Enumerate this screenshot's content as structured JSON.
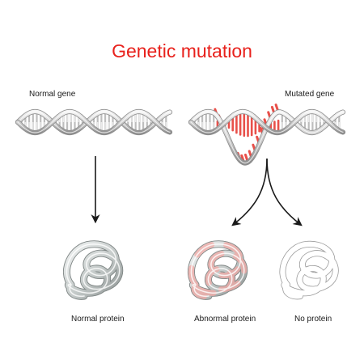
{
  "title": "Genetic mutation",
  "labels": {
    "normal_gene": "Normal gene",
    "mutated_gene": "Mutated gene",
    "normal_protein": "Normal protein",
    "abnormal_protein": "Abnormal protein",
    "no_protein": "No protein"
  },
  "colors": {
    "title": "#e8211c",
    "mutation": "#e8504a",
    "dna_light": "#e6e6e6",
    "dna_dark": "#a8a8a8",
    "protein_normal": "#c9cfce",
    "protein_abnormal_tint": "#f0a8a4",
    "protein_outline": "#9a9a9a",
    "arrow": "#1a1a1a"
  },
  "icons": {
    "normal_gene": "dna-helix-icon",
    "mutated_gene": "mutated-dna-helix-icon",
    "normal_protein": "folded-protein-icon",
    "abnormal_protein": "abnormal-protein-icon",
    "no_protein": "protein-outline-icon"
  }
}
